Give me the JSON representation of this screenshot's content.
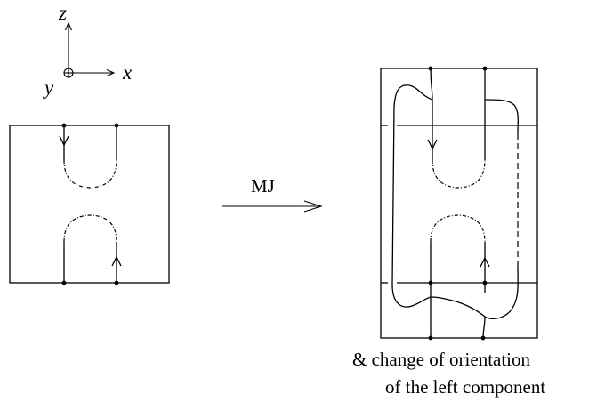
{
  "axes": {
    "z_label": "z",
    "x_label": "x",
    "y_label": "y"
  },
  "arrow_label": "MJ",
  "caption": {
    "line1": "& change of orientation",
    "line2": "of the left component"
  }
}
